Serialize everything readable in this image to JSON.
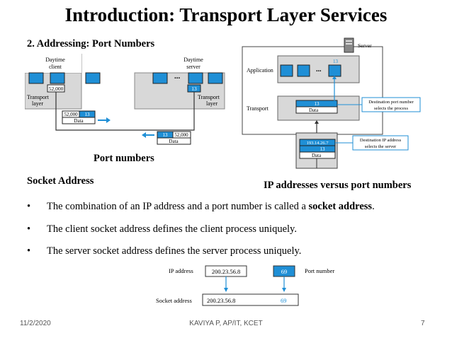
{
  "slide": {
    "title": "Introduction: Transport Layer Services",
    "subheading": "2.   Addressing: Port Numbers",
    "caption_left": "Port numbers",
    "caption_right": "IP addresses versus port numbers",
    "socket_heading": "Socket Address",
    "bullets": {
      "b1_pre": "The combination of an IP address and a port number is called a ",
      "b1_bold": "socket address",
      "b1_post": ".",
      "b2": "The client socket address defines the client process uniquely.",
      "b3": "The server socket address defines the server process uniquely."
    },
    "bullet_symbol": "•"
  },
  "port_diagram": {
    "client_label_1": "Daytime",
    "client_label_2": "client",
    "server_label_1": "Daytime",
    "server_label_2": "server",
    "client_port": "52,000",
    "server_port": "13",
    "transport_1": "Transport",
    "transport_2": "layer",
    "ellipsis": "...",
    "packet1_src": "52,000",
    "packet1_dst": "13",
    "packet2_src": "13",
    "packet2_dst": "52,000",
    "data": "Data"
  },
  "ip_diagram": {
    "server": "Server",
    "application": "Application",
    "transport": "Transport",
    "port": "13",
    "ellipsis": "...",
    "ip": "193.14.26.7",
    "data": "Data",
    "callout_port_1": "Destination port number",
    "callout_port_2": "selects the process",
    "callout_ip_1": "Destination IP address",
    "callout_ip_2": "selects the server"
  },
  "socket_diagram": {
    "ip_label": "IP address",
    "ip_value": "200.23.56.8",
    "port_value": "69",
    "port_label": "Port number",
    "socket_label": "Socket address",
    "socket_ip": "200.23.56.8",
    "socket_port": "69"
  },
  "footer": {
    "date": "11/2/2020",
    "author": "KAVIYA P, AP/IT, KCET",
    "page": "7"
  },
  "colors": {
    "accent": "#1f8fd6",
    "panel_gray": "#d8d8d8",
    "dark": "#333333"
  }
}
